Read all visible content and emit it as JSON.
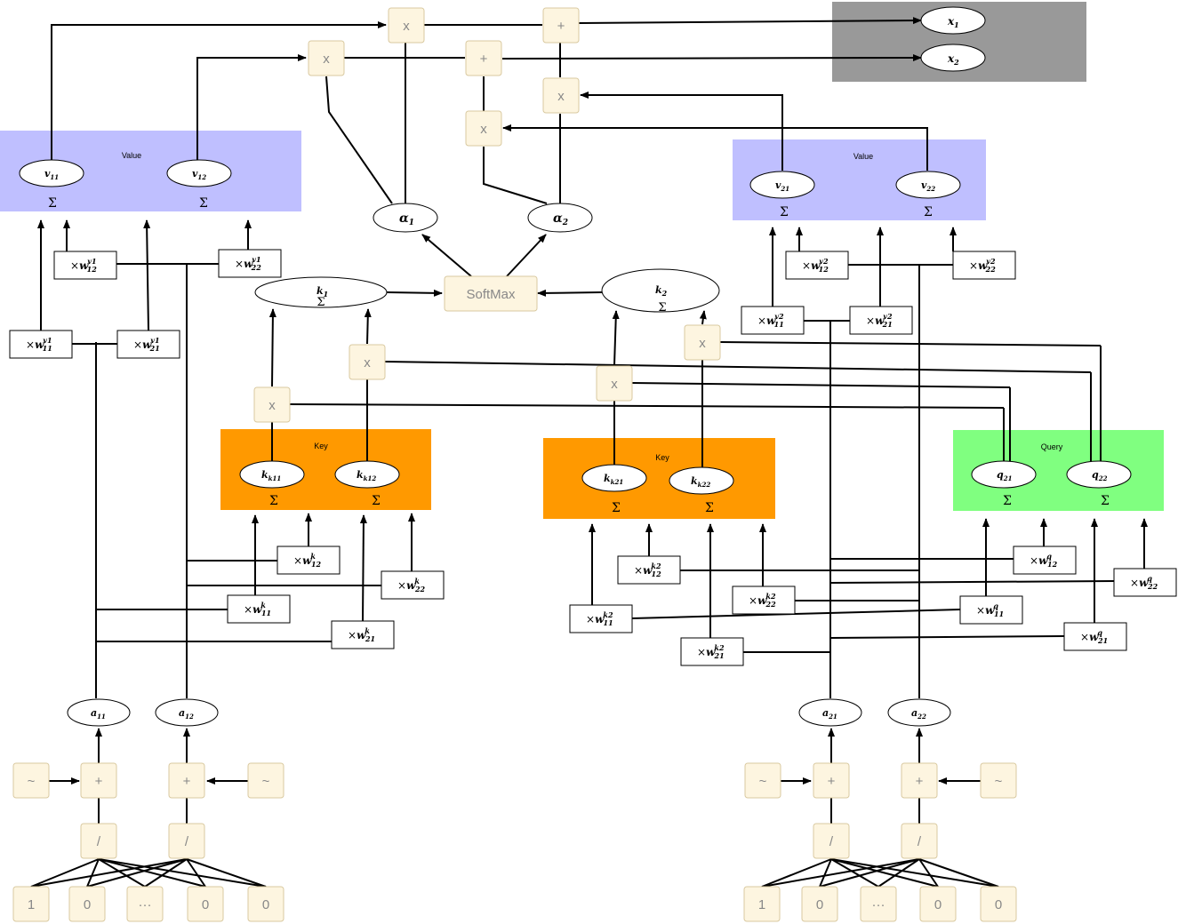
{
  "colors": {
    "value_region": "#bfbfff",
    "key_region": "#ff9900",
    "query_region": "#80ff80",
    "output_region": "#999999",
    "op_fill": "#fdf5e0",
    "op_stroke": "#d9c9a0"
  },
  "regions": {
    "value": "Value",
    "key": "Key",
    "query": "Query"
  },
  "ops": {
    "times": "x",
    "plus": "+",
    "div": "/",
    "tilde": "~",
    "softmax": "SoftMax",
    "one": "1",
    "zero": "0",
    "dots": "···"
  },
  "symbols": {
    "sigma": "Σ",
    "times": "×",
    "w": "w"
  },
  "nodes": {
    "x": "x",
    "alpha": "α",
    "v": "v",
    "k": "k",
    "q": "q",
    "a": "a"
  },
  "subs": {
    "s1": "1",
    "s2": "2",
    "s11": "11",
    "s12": "12",
    "s21": "21",
    "s22": "22",
    "k11": "k11",
    "k12": "k12",
    "k21": "k21",
    "k22": "k22"
  },
  "sups": {
    "v1": "v1",
    "v2": "v2",
    "k": "k",
    "k2": "k2",
    "q": "q"
  }
}
